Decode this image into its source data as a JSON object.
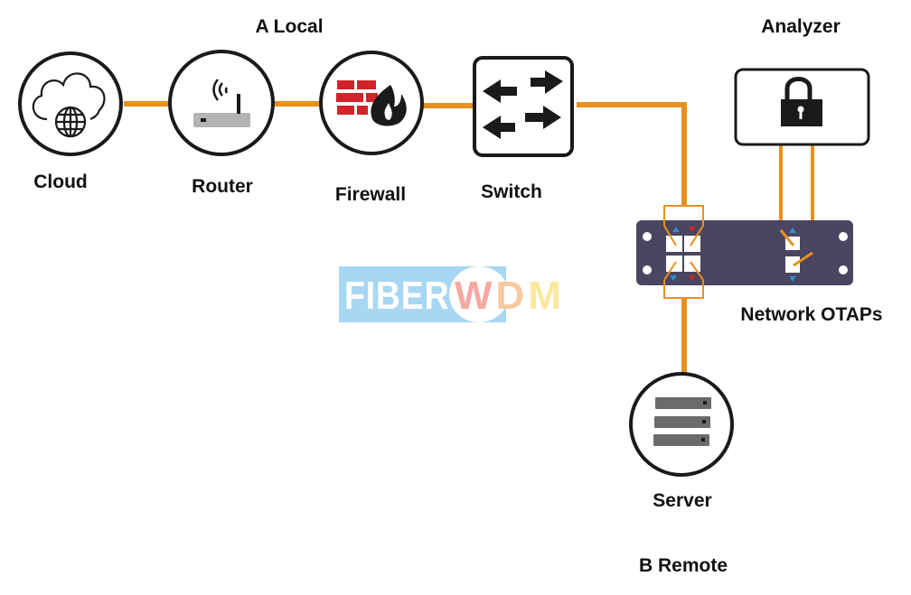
{
  "diagram": {
    "title_local": "A Local",
    "title_remote": "B Remote",
    "link_color": "#e8901f",
    "tap_panel_color": "#4a4560",
    "arrow_up_color": "#2f8fd6",
    "arrow_down_red_color": "#d2232a",
    "nodes": [
      {
        "id": "cloud",
        "label": "Cloud",
        "icon": "cloud-globe-icon"
      },
      {
        "id": "router",
        "label": "Router",
        "icon": "wifi-router-icon"
      },
      {
        "id": "firewall",
        "label": "Firewall",
        "icon": "firewall-flame-icon"
      },
      {
        "id": "switch",
        "label": "Switch",
        "icon": "switch-arrows-icon"
      },
      {
        "id": "analyzer",
        "label": "Analyzer",
        "icon": "padlock-icon"
      },
      {
        "id": "otaps",
        "label": "Network OTAPs",
        "icon": "tap-panel-icon"
      },
      {
        "id": "server",
        "label": "Server",
        "icon": "server-stack-icon"
      }
    ],
    "links": [
      {
        "from": "cloud",
        "to": "router"
      },
      {
        "from": "router",
        "to": "firewall"
      },
      {
        "from": "firewall",
        "to": "switch"
      },
      {
        "from": "switch",
        "to": "otaps"
      },
      {
        "from": "otaps",
        "to": "server"
      },
      {
        "from": "otaps",
        "to": "analyzer"
      }
    ]
  },
  "watermark": {
    "part1": "FIBER",
    "part2_w": "W",
    "part2_d": "D",
    "part2_m": "M"
  }
}
